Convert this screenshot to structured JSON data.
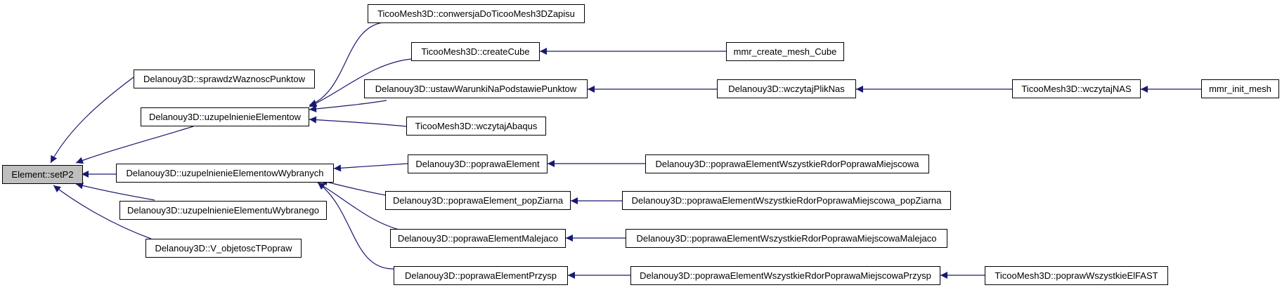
{
  "colors": {
    "edge": "#191970",
    "root_fill": "#bfbfbf",
    "node_fill": "#ffffff",
    "border": "#000000"
  },
  "nodes": {
    "setp2": "Element::setP2",
    "sprawdz": "Delanouy3D::sprawdzWaznoscPunktow",
    "uzupelnienie_elementow": "Delanouy3D::uzupelnienieElementow",
    "uzupelnienie_wybranych": "Delanouy3D::uzupelnienieElementowWybranych",
    "uzupelnienie_wybranego": "Delanouy3D::uzupelnienieElementuWybranego",
    "v_objetosc": "Delanouy3D::V_objetoscTPopraw",
    "konwersja": "TicooMesh3D::conwersjaDoTicooMesh3DZapisu",
    "create_cube": "TicooMesh3D::createCube",
    "ustaw": "Delanouy3D::ustawWarunkiNaPodstawiePunktow",
    "wczytaj_abaqus": "TicooMesh3D::wczytajAbaqus",
    "mmr_cube": "mmr_create_mesh_Cube",
    "wczytaj_plik_nas": "Delanouy3D::wczytajPlikNas",
    "wczytaj_nas": "TicooMesh3D::wczytajNAS",
    "mmr_init": "mmr_init_mesh",
    "poprawa_element": "Delanouy3D::poprawaElement",
    "poprawa_pop": "Delanouy3D::poprawaElement_popZiarna",
    "poprawa_malejaco": "Delanouy3D::poprawaElementMalejaco",
    "poprawa_przysp": "Delanouy3D::poprawaElementPrzysp",
    "wszystkie": "Delanouy3D::poprawaElementWszystkieRdorPoprawaMiejscowa",
    "wszystkie_pop": "Delanouy3D::poprawaElementWszystkieRdorPoprawaMiejscowa_popZiarna",
    "wszystkie_malejaco": "Delanouy3D::poprawaElementWszystkieRdorPoprawaMiejscowaMalejaco",
    "wszystkie_przysp": "Delanouy3D::poprawaElementWszystkieRdorPoprawaMiejscowaPrzysp",
    "popraw_elfast": "TicooMesh3D::poprawWszystkieElFAST"
  }
}
